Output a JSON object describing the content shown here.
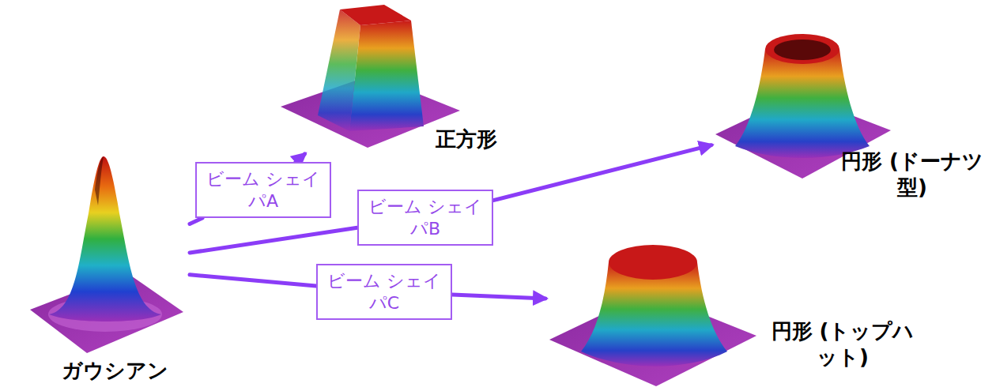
{
  "diagram": {
    "nodes": [
      {
        "text": [
          "ガウシアン"
        ]
      },
      {
        "text": [
          "ビーム シェイパA"
        ]
      },
      {
        "text": [
          "ビーム シェイパB"
        ]
      },
      {
        "text": [
          "ビーム シェイパC"
        ]
      },
      {
        "text": [
          "正方形"
        ]
      },
      {
        "text": [
          "円形 (ドーナツ型)"
        ]
      },
      {
        "text": [
          "円形 (トップハット)"
        ]
      }
    ],
    "edges": [
      {
        "from": 0,
        "to": 1,
        "arrow": "none"
      },
      {
        "from": 1,
        "to": 4,
        "arrow": "to"
      },
      {
        "from": 0,
        "to": 2,
        "arrow": "none"
      },
      {
        "from": 2,
        "to": 5,
        "arrow": "to"
      },
      {
        "from": 0,
        "to": 3,
        "arrow": "none"
      },
      {
        "from": 3,
        "to": 6,
        "arrow": "to"
      }
    ]
  }
}
